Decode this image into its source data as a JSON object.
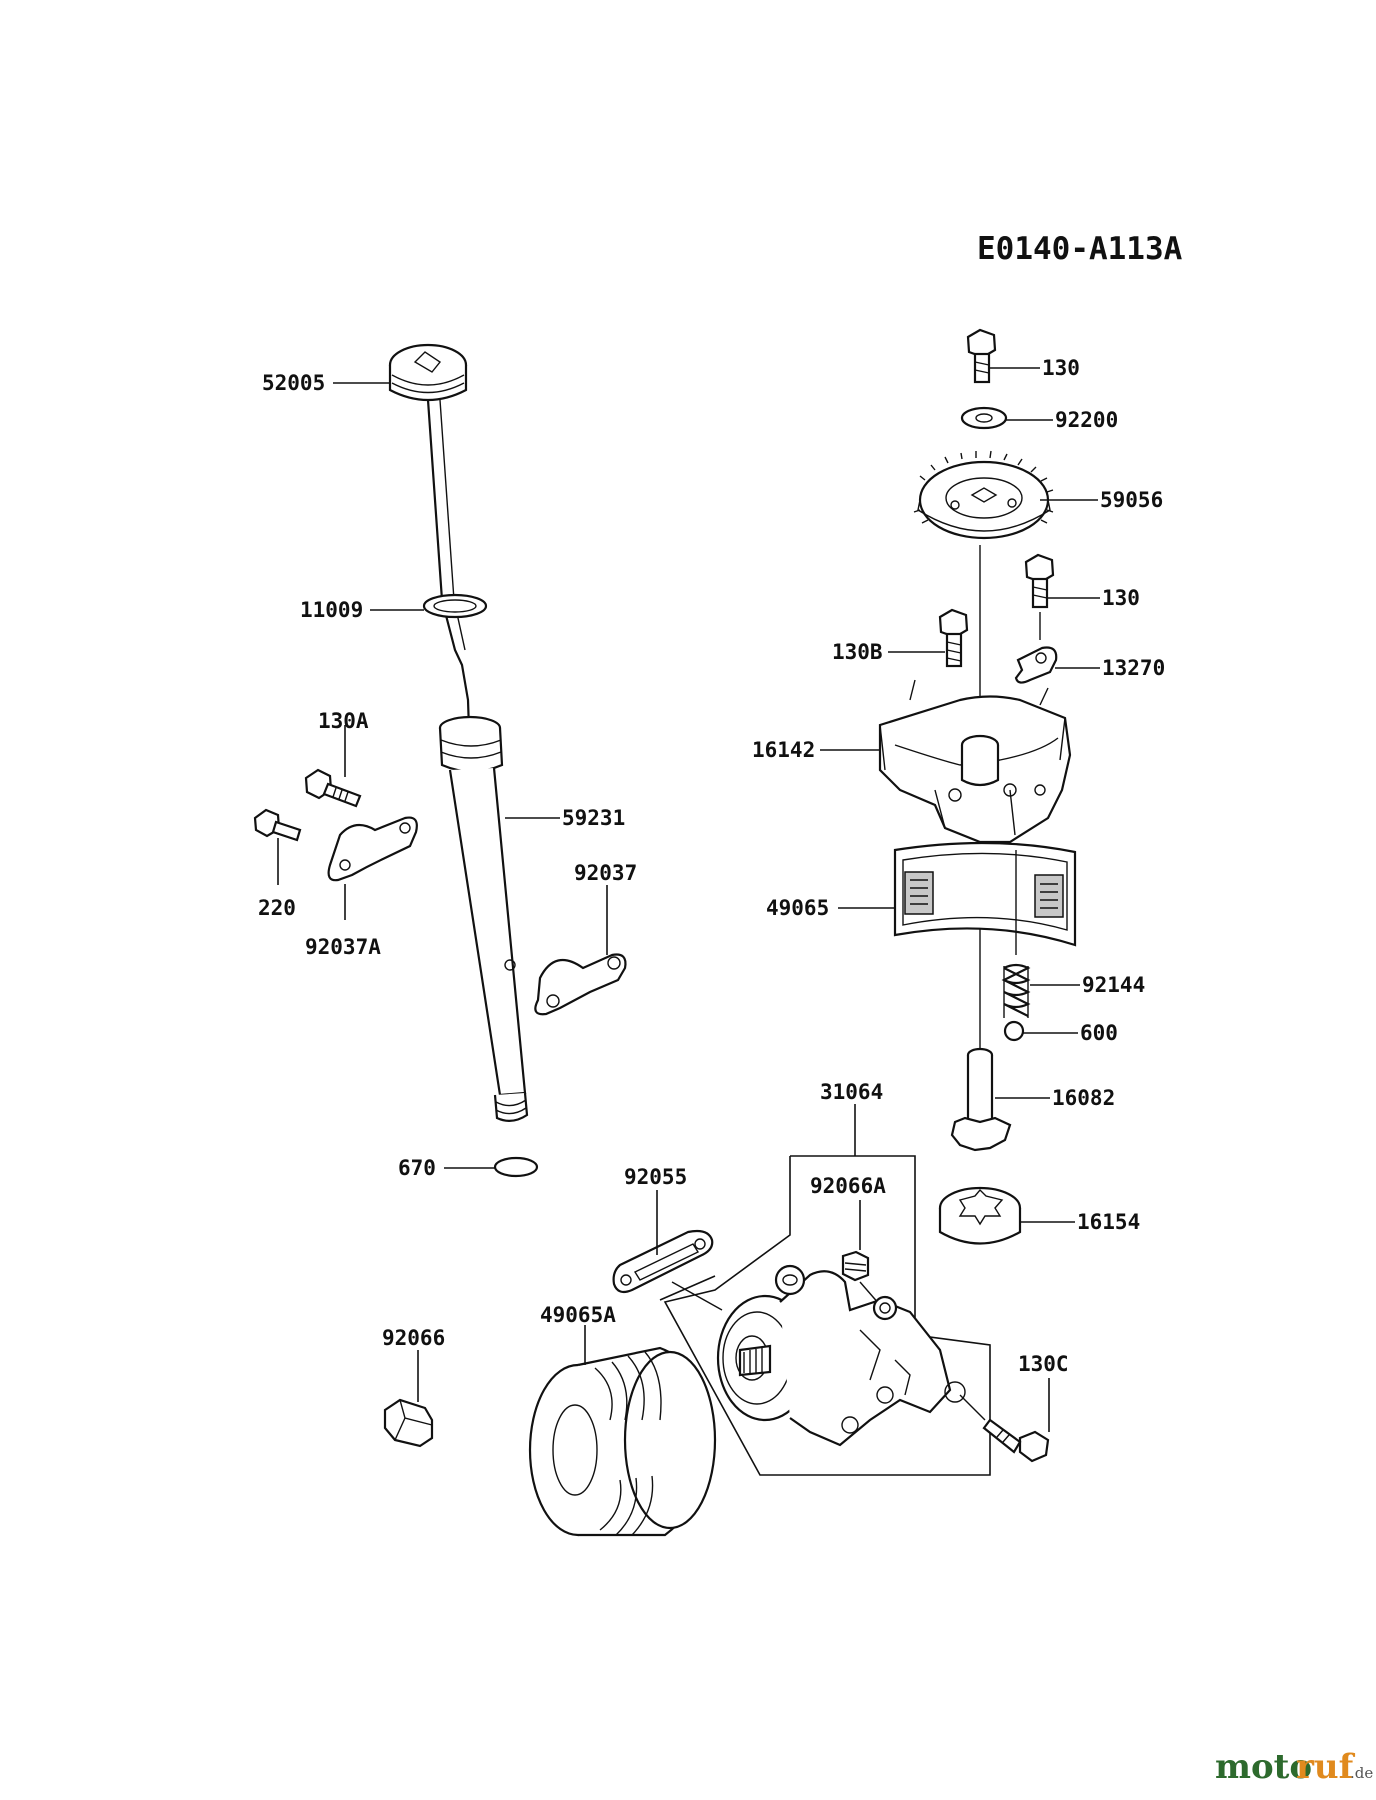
{
  "diagram_code": "E0140-A113A",
  "watermark": {
    "main": "motoruf",
    "suffix": ".de"
  },
  "part_labels": {
    "p52005": "52005",
    "p11009": "11009",
    "p130A": "130A",
    "p220": "220",
    "p92037A": "92037A",
    "p59231": "59231",
    "p92037": "92037",
    "p670": "670",
    "p92055": "92055",
    "p31064": "31064",
    "p92066A": "92066A",
    "p92066": "92066",
    "p49065A": "49065A",
    "p130C": "130C",
    "p130_top": "130",
    "p92200": "92200",
    "p59056": "59056",
    "p130_mid": "130",
    "p130B": "130B",
    "p13270": "13270",
    "p16142": "16142",
    "p49065": "49065",
    "p92144": "92144",
    "p600": "600",
    "p16082": "16082",
    "p16154": "16154"
  }
}
